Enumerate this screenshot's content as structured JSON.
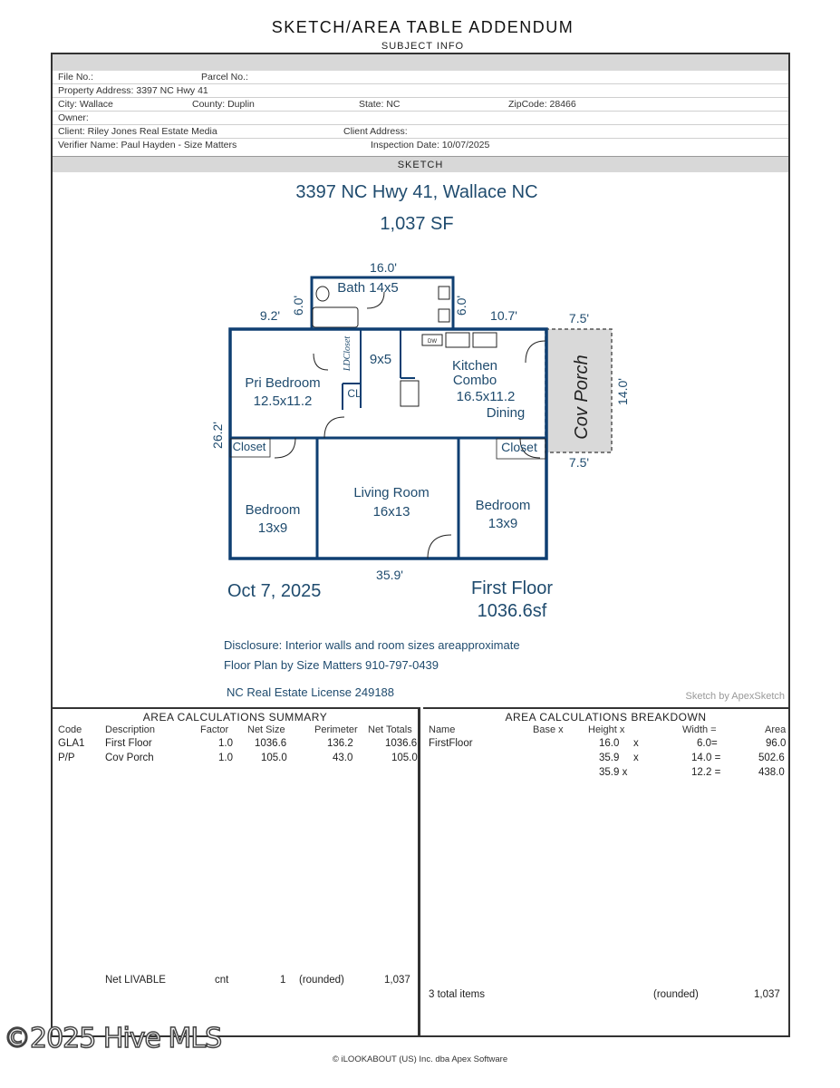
{
  "header": {
    "title": "SKETCH/AREA TABLE ADDENDUM",
    "subtitle": "SUBJECT INFO"
  },
  "subject": {
    "file_no": "File No.:",
    "parcel_no": "Parcel No.:",
    "property_address": "Property Address: 3397 NC Hwy 41",
    "city": "City: Wallace",
    "county": "County: Duplin",
    "state": "State: NC",
    "zip": "ZipCode: 28466",
    "owner": "Owner:",
    "client": "Client: Riley Jones Real Estate Media",
    "client_address": "Client Address:",
    "verifier": "Verifier Name: Paul Hayden - Size Matters",
    "inspection_date": "Inspection Date: 10/07/2025"
  },
  "sketch": {
    "section_label": "SKETCH",
    "heading_address": "3397 NC Hwy 41, Wallace NC",
    "heading_sf": "1,037 SF",
    "dims": {
      "bath_top": "16.0'",
      "bath_left": "6.0'",
      "bath_right": "6.0'",
      "left_top": "9.2'",
      "right_top": "10.7'",
      "porch_top": "7.5'",
      "porch_bottom": "7.5'",
      "porch_side": "14.0'",
      "left_side": "26.2'",
      "bottom": "35.9'"
    },
    "rooms": {
      "bath": "Bath 14x5",
      "hall": "9x5",
      "laundry_closet": "LDCloset",
      "pri_bedroom_name": "Pri Bedroom",
      "pri_bedroom_size": "12.5x11.2",
      "cl": "CL",
      "kitchen_1": "Kitchen",
      "kitchen_2": "Combo",
      "kitchen_size": "16.5x11.2",
      "dining": "Dining",
      "porch": "Cov Porch",
      "closet_left": "Closet",
      "closet_right": "Closet",
      "bedroom_left_name": "Bedroom",
      "bedroom_left_size": "13x9",
      "living_name": "Living Room",
      "living_size": "16x13",
      "bedroom_right_name": "Bedroom",
      "bedroom_right_size": "13x9",
      "dw": "DW"
    },
    "date": "Oct 7, 2025",
    "floor_name": "First Floor",
    "floor_sf": "1036.6sf",
    "disclosure": "Disclosure: Interior walls and room sizes areapproximate",
    "floor_plan_by": "Floor Plan by Size Matters 910-797-0439",
    "license": "NC Real Estate License 249188",
    "credit": "Sketch by ApexSketch",
    "colors": {
      "ink": "#1f4b6e",
      "wall": "#0f3f72",
      "porch_fill": "#d9d9d9"
    }
  },
  "summary": {
    "title": "AREA CALCULATIONS SUMMARY",
    "headers": [
      "Code",
      "Description",
      "Factor",
      "Net Size",
      "Perimeter",
      "Net Totals"
    ],
    "rows": [
      [
        "GLA1",
        "First  Floor",
        "1.0",
        "1036.6",
        "136.2",
        "1036.6"
      ],
      [
        "P/P",
        "Cov Porch",
        "1.0",
        "105.0",
        "43.0",
        "105.0"
      ]
    ],
    "footer": [
      "Net LIVABLE",
      "cnt",
      "1",
      "(rounded)",
      "1,037"
    ]
  },
  "breakdown": {
    "title": "AREA CALCULATIONS BREAKDOWN",
    "headers": [
      "Name",
      "Base x",
      "Height x",
      "Width =",
      "Area"
    ],
    "name": "FirstFloor",
    "rows": [
      [
        "16.0",
        "x",
        "6.0=",
        "96.0"
      ],
      [
        "35.9",
        "x",
        "14.0 =",
        "502.6"
      ],
      [
        "35.9 x",
        "",
        "12.2 =",
        "438.0"
      ]
    ],
    "footer": [
      "3 total items",
      "(rounded)",
      "1,037"
    ]
  },
  "watermark": "©2025 Hive MLS",
  "footer": "© iLOOKABOUT (US) Inc. dba Apex Software"
}
